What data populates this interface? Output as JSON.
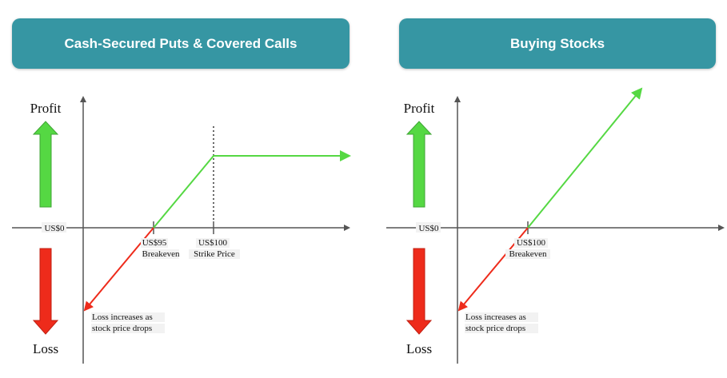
{
  "panels": [
    {
      "title": "Cash-Secured Puts & Covered Calls",
      "profit_label": "Profit",
      "loss_label": "Loss",
      "zero_label": "US$0",
      "breakeven_price": "US$95",
      "breakeven_label": "Breakeven",
      "strike_price": "US$100",
      "strike_label": "Strike Price",
      "loss_note_line1": "Loss increases as",
      "loss_note_line2": "stock price drops"
    },
    {
      "title": "Buying Stocks",
      "profit_label": "Profit",
      "loss_label": "Loss",
      "zero_label": "US$0",
      "breakeven_price": "US$100",
      "breakeven_label": "Breakeven",
      "loss_note_line1": "Loss increases as",
      "loss_note_line2": "stock price drops"
    }
  ],
  "colors": {
    "banner": "#3696a3",
    "profit": "#55d843",
    "loss": "#ee2b1b",
    "axis": "#555555"
  }
}
